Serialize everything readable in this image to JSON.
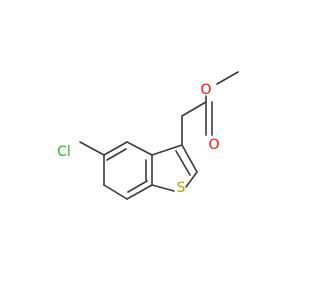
{
  "molecule": {
    "atoms": {
      "chlorine": "Cl",
      "sulfur": "S",
      "ester_oxygen": "O",
      "carbonyl_oxygen": "O"
    },
    "colors": {
      "bond": "#3a3a3a",
      "chlorine": "#1fbf1f",
      "sulfur": "#b8a800",
      "oxygen": "#ff0d0d"
    }
  }
}
